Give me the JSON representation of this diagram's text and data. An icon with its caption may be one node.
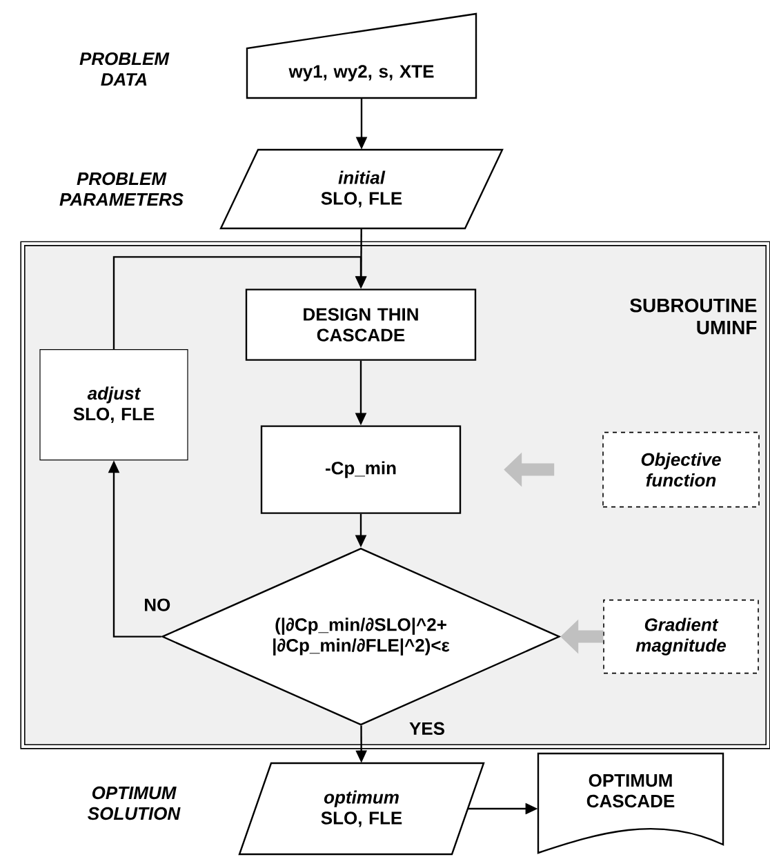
{
  "diagram": {
    "nodes": [
      {
        "text": [
          "wy1, wy2, s, XTE"
        ]
      },
      {
        "text": [
          "*initial* SLO, FLE"
        ]
      },
      {
        "text": [
          "SUBROUTINE UMINF"
        ]
      },
      {
        "text": [
          "DESIGN THIN CASCADE"
        ],
        "in": 2
      },
      {
        "text": [
          "*adjust* SLO, FLE"
        ],
        "in": 2
      },
      {
        "text": [
          "-Cp_min"
        ],
        "in": 2
      },
      {
        "text": [
          "Objective function"
        ],
        "in": 2
      },
      {
        "text": [
          "(|∂Cp_min/∂SLO|^2+ |∂Cp_min/∂FLE|^2)<ε"
        ],
        "in": 2
      },
      {
        "text": [
          "Gradient magnitude"
        ],
        "in": 2
      },
      {
        "text": [
          "*optimum* SLO, FLE"
        ]
      },
      {
        "text": [
          "OPTIMUM CASCADE"
        ]
      }
    ],
    "edges": [
      {
        "from": 0,
        "to": 1,
        "arrow": "to"
      },
      {
        "from": 1,
        "to": 3,
        "arrow": "to"
      },
      {
        "from": 3,
        "to": 5,
        "arrow": "to"
      },
      {
        "from": 5,
        "to": 7,
        "arrow": "to"
      },
      {
        "from": 7,
        "to": 4,
        "arrow": "to",
        "label": "NO"
      },
      {
        "from": 4,
        "to": 3,
        "arrow": "to"
      },
      {
        "from": 7,
        "to": 9,
        "arrow": "to",
        "label": "YES"
      },
      {
        "from": 9,
        "to": 10,
        "arrow": "to"
      },
      {
        "from": 6,
        "to": 5,
        "arrow": "to",
        "style": "thick",
        "color": "#c0c0c0"
      },
      {
        "from": 8,
        "to": 7,
        "arrow": "to",
        "style": "thick",
        "color": "#c0c0c0"
      }
    ],
    "labels": [
      "PROBLEM DATA",
      "PROBLEM PARAMETERS",
      "OPTIMUM SOLUTION"
    ]
  }
}
